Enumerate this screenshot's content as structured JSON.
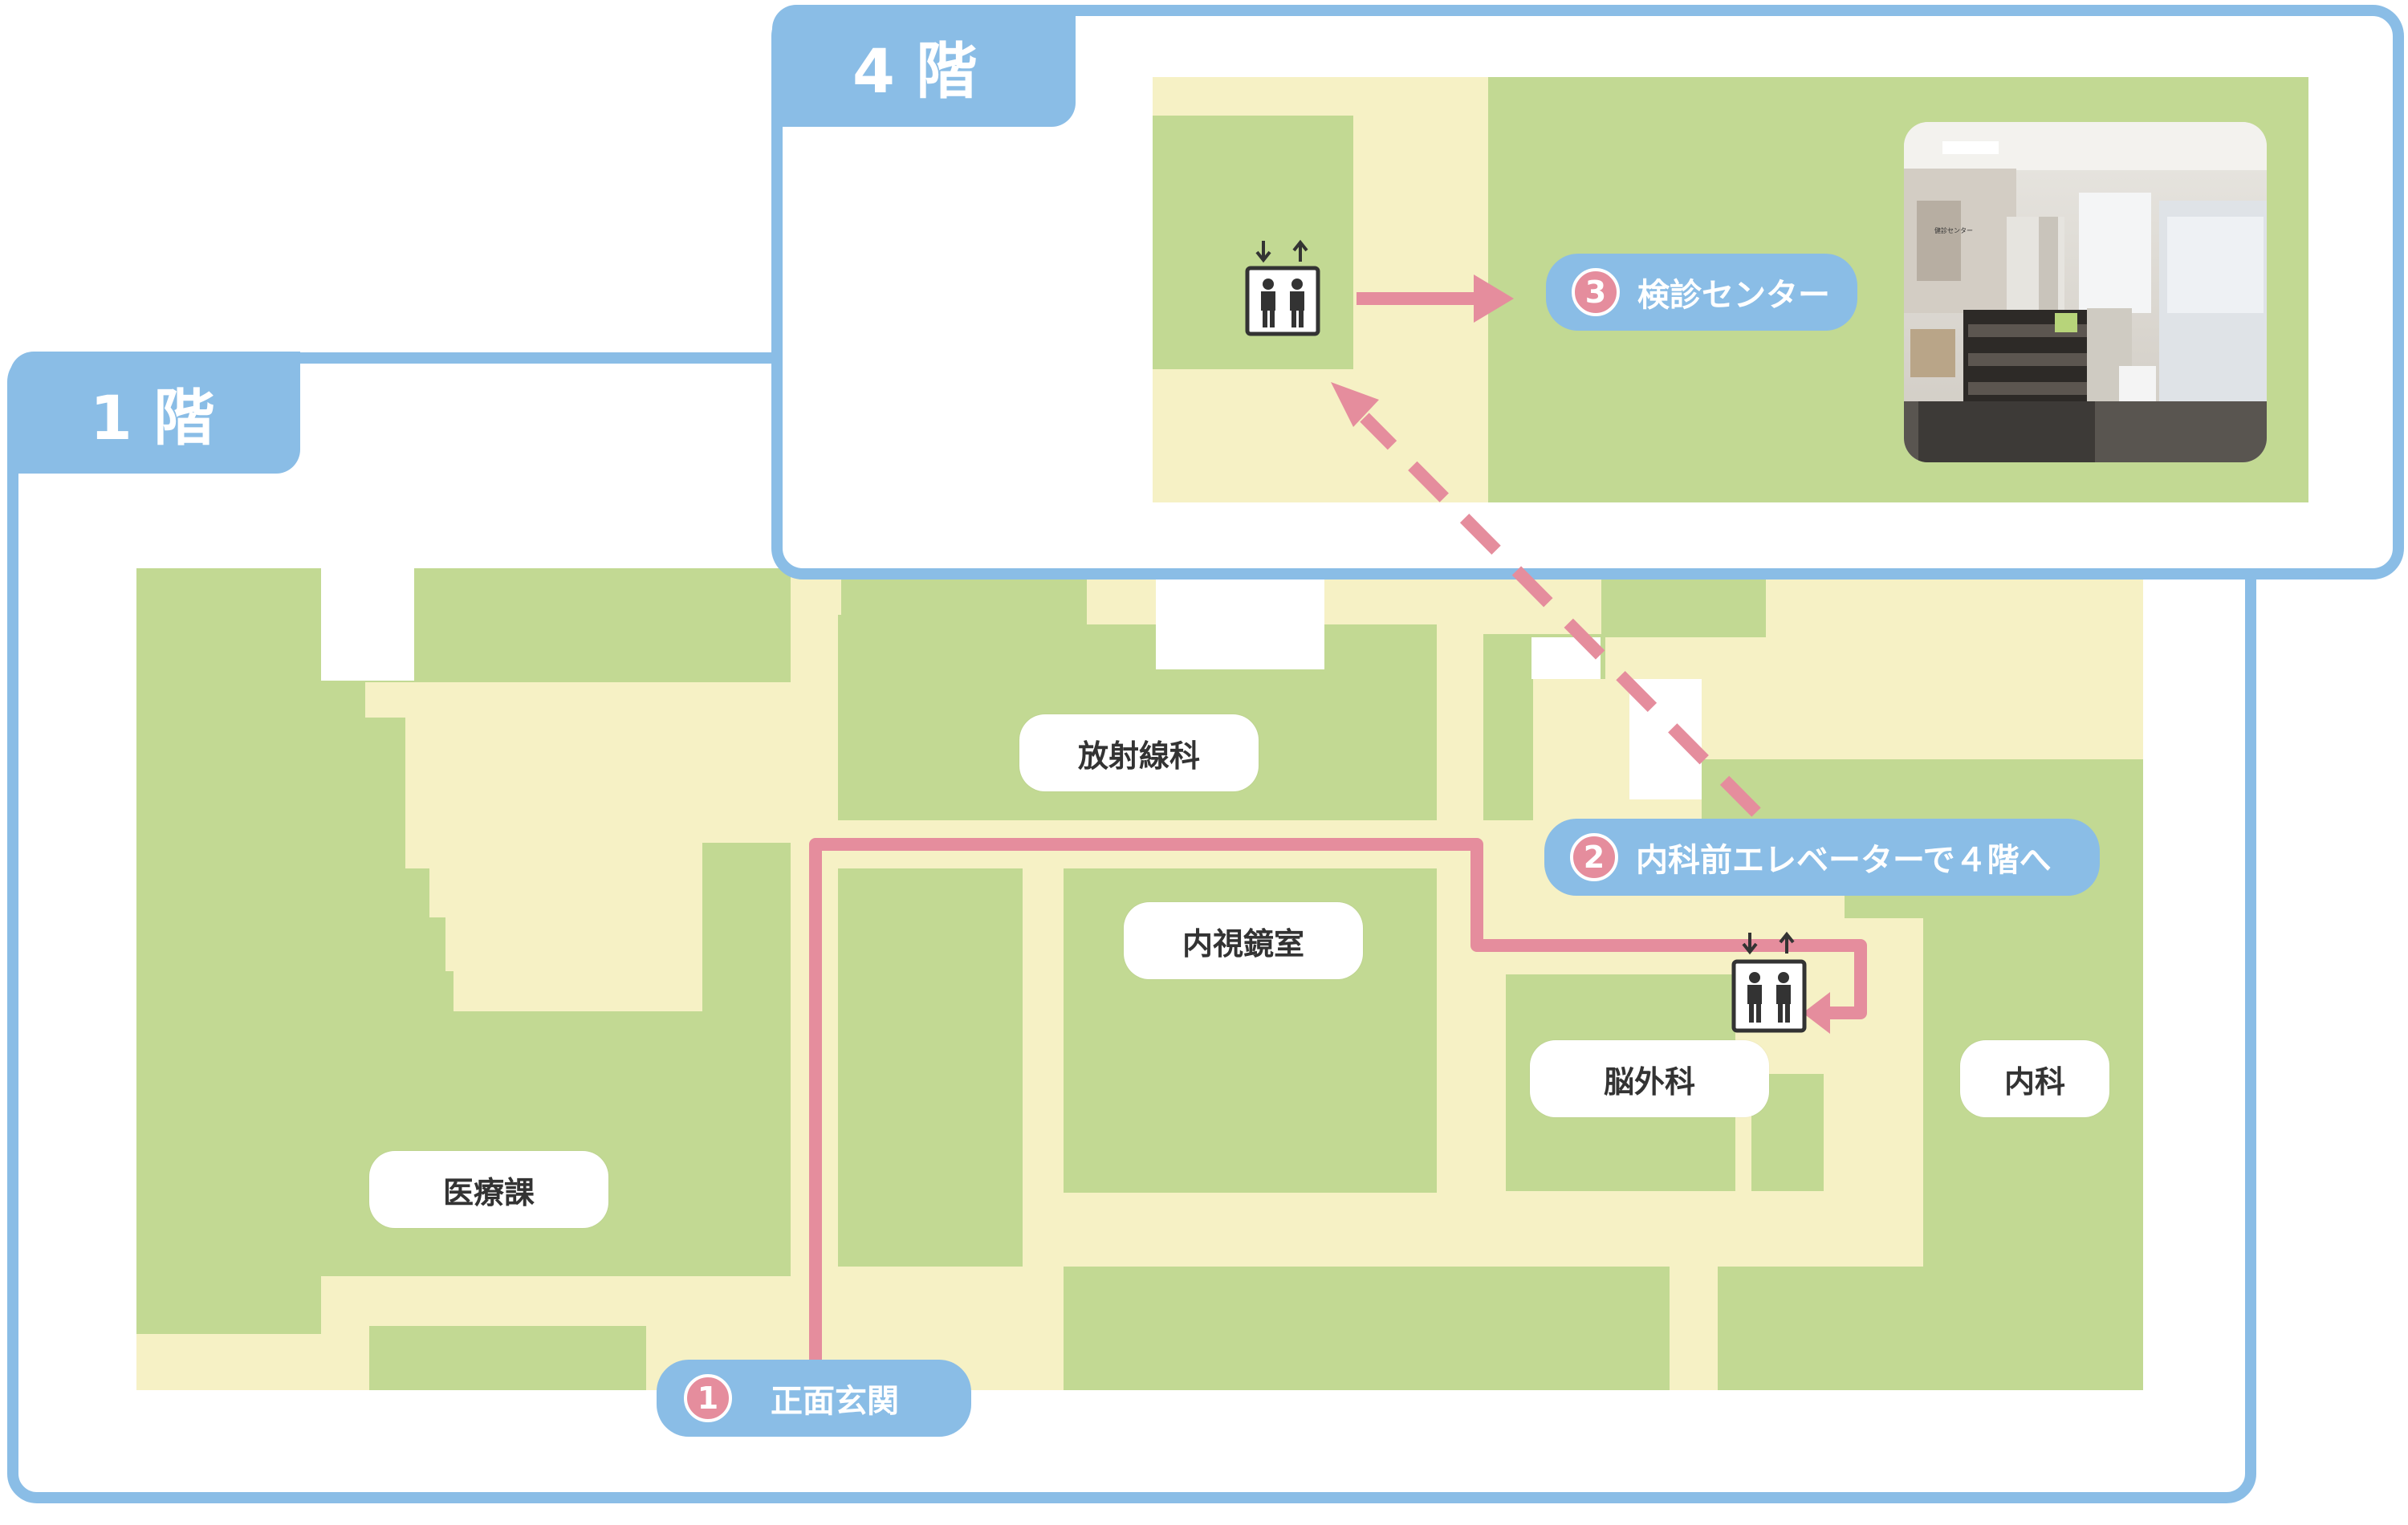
{
  "floors": {
    "first": {
      "label": "1 階"
    },
    "fourth": {
      "label": "4 階"
    }
  },
  "rooms": {
    "radiology": "放射線科",
    "endoscopy": "内視鏡室",
    "neurosurgery": "脳外科",
    "internal_medicine": "内科",
    "medical_affairs": "医療課"
  },
  "steps": [
    {
      "number": "1",
      "label": "正面玄関"
    },
    {
      "number": "2",
      "label": "内科前エレベーターで４階へ"
    },
    {
      "number": "3",
      "label": "検診センター"
    }
  ],
  "photo": {
    "sign_text": "健診センター"
  },
  "colors": {
    "room_fill": "#c2d993",
    "corridor_fill": "#f6f1c5",
    "frame_blue": "#8abde6",
    "route_pink": "#e58d9d"
  },
  "icons": [
    "elevator-icon",
    "elevator-icon"
  ]
}
